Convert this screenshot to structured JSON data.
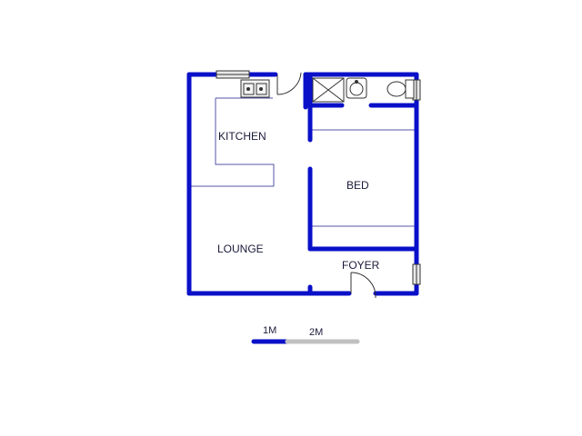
{
  "rooms": {
    "kitchen": "KITCHEN",
    "bed": "BED",
    "lounge": "LOUNGE",
    "foyer": "FOYER"
  },
  "scale": {
    "label_1": "1M",
    "label_2": "2M"
  },
  "colors": {
    "wall": "#0a10c8",
    "fixture": "#5555aa",
    "scale_dark": "#0a10c8",
    "scale_light": "#c0c0c0"
  }
}
